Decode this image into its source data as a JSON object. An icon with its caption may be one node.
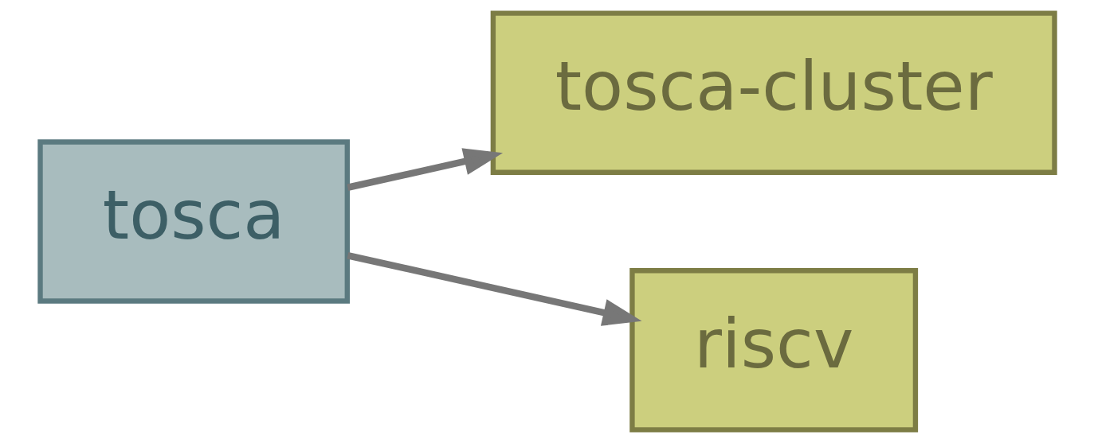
{
  "diagram": {
    "nodes": [
      {
        "text": [
          "tosca"
        ]
      },
      {
        "text": [
          "tosca-cluster"
        ]
      },
      {
        "text": [
          "riscv"
        ]
      }
    ],
    "edges": [
      {
        "from": 0,
        "to": 1,
        "arrow": "to"
      },
      {
        "from": 0,
        "to": 2,
        "arrow": "to"
      }
    ]
  }
}
